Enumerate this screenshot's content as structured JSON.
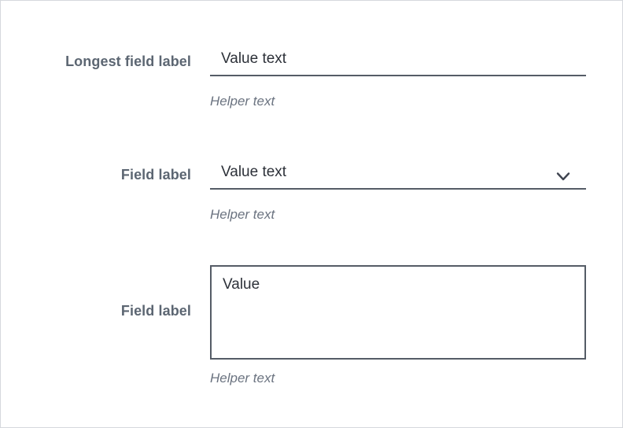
{
  "form": {
    "fields": [
      {
        "label": "Longest field label",
        "type": "text-input",
        "value": "Value text",
        "placeholder": "",
        "helper": "Helper text"
      },
      {
        "label": "Field label",
        "type": "select",
        "value": "Value text",
        "placeholder": "",
        "helper": "Helper text",
        "icon": "chevron-down-icon"
      },
      {
        "label": "Field label",
        "type": "textarea",
        "value": "Value",
        "placeholder": "",
        "helper": "Helper text"
      }
    ]
  },
  "colors": {
    "frame_border": "#d5d8dd",
    "label_text": "#5c6672",
    "value_text": "#2d3139",
    "helper_text": "#6b7380",
    "control_border": "#555c66",
    "background": "#ffffff"
  }
}
